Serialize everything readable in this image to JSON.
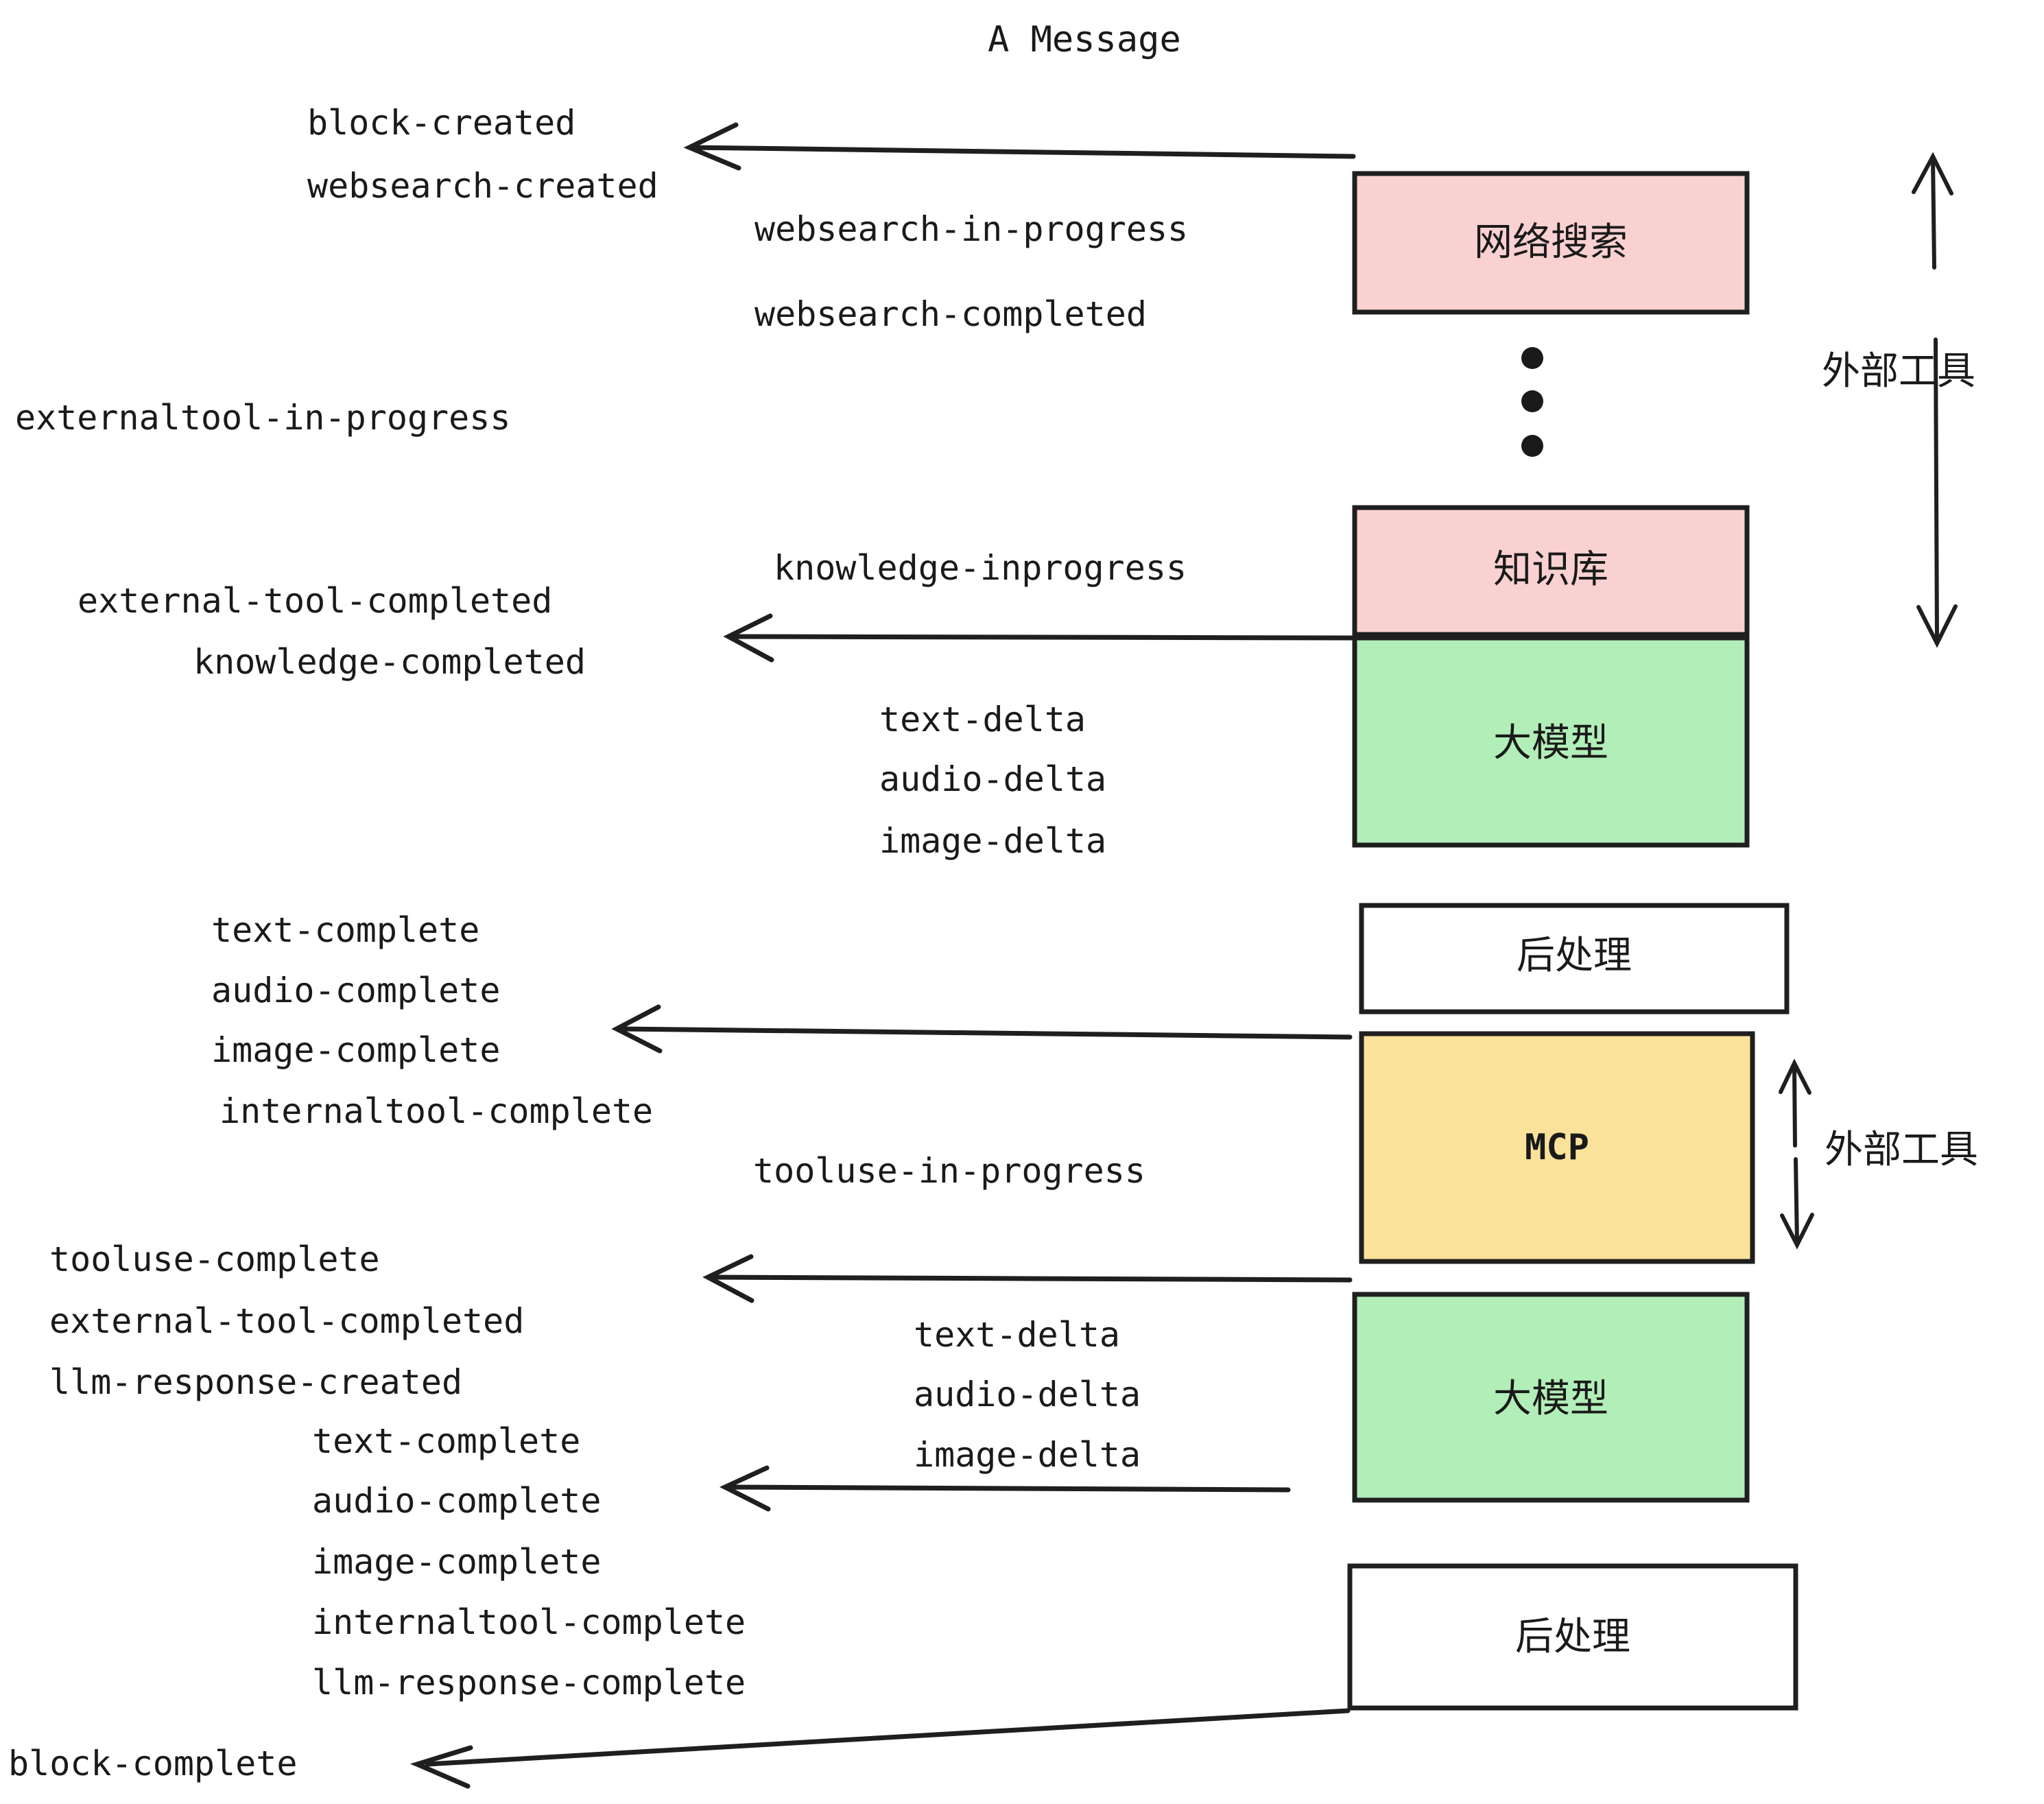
{
  "title": "A Message",
  "nodes": [
    {
      "id": "websearch",
      "label": "网络搜索",
      "fill": "#fad1d1",
      "type": "cjk"
    },
    {
      "id": "knowledge",
      "label": "知识库",
      "fill": "#fad1d1",
      "type": "cjk"
    },
    {
      "id": "llm-top",
      "label": "大模型",
      "fill": "#b2eeb8",
      "type": "cjk"
    },
    {
      "id": "postprocess-top",
      "label": "后处理",
      "fill": "#ffffff",
      "type": "cjk"
    },
    {
      "id": "mcp",
      "label": "MCP",
      "fill": "#fae29a",
      "type": "latin"
    },
    {
      "id": "llm-bottom",
      "label": "大模型",
      "fill": "#b2eeb8",
      "type": "cjk"
    },
    {
      "id": "postprocess-bottom",
      "label": "后处理",
      "fill": "#ffffff",
      "type": "cjk"
    }
  ],
  "side_labels": {
    "external_tools_top": "外部工具",
    "external_tools_bottom": "外部工具"
  },
  "events": {
    "block_created": "block-created",
    "websearch_created": "websearch-created",
    "websearch_in_progress": "websearch-in-progress",
    "websearch_completed": "websearch-completed",
    "externaltool_in_progress": "externaltool-in-progress",
    "knowledge_inprogress": "knowledge-inprogress",
    "external_tool_completed_1": "external-tool-completed",
    "knowledge_completed": "knowledge-completed",
    "text_delta_1": "text-delta",
    "audio_delta_1": "audio-delta",
    "image_delta_1": "image-delta",
    "text_complete_1": "text-complete",
    "audio_complete_1": "audio-complete",
    "image_complete_1": "image-complete",
    "internaltool_complete_1": "internaltool-complete",
    "tooluse_in_progress": "tooluse-in-progress",
    "tooluse_complete": "tooluse-complete",
    "external_tool_completed_2": "external-tool-completed",
    "llm_response_created": "llm-response-created",
    "text_delta_2": "text-delta",
    "audio_delta_2": "audio-delta",
    "image_delta_2": "image-delta",
    "text_complete_2": "text-complete",
    "audio_complete_2": "audio-complete",
    "image_complete_2": "image-complete",
    "internaltool_complete_2": "internaltool-complete",
    "llm_response_complete": "llm-response-complete",
    "block_complete": "block-complete"
  },
  "colors": {
    "pink": "#fad1d1",
    "green": "#b2eeb8",
    "yellow": "#fae29a",
    "white": "#ffffff",
    "stroke": "#1f1f1f",
    "background": "#ffffff"
  }
}
